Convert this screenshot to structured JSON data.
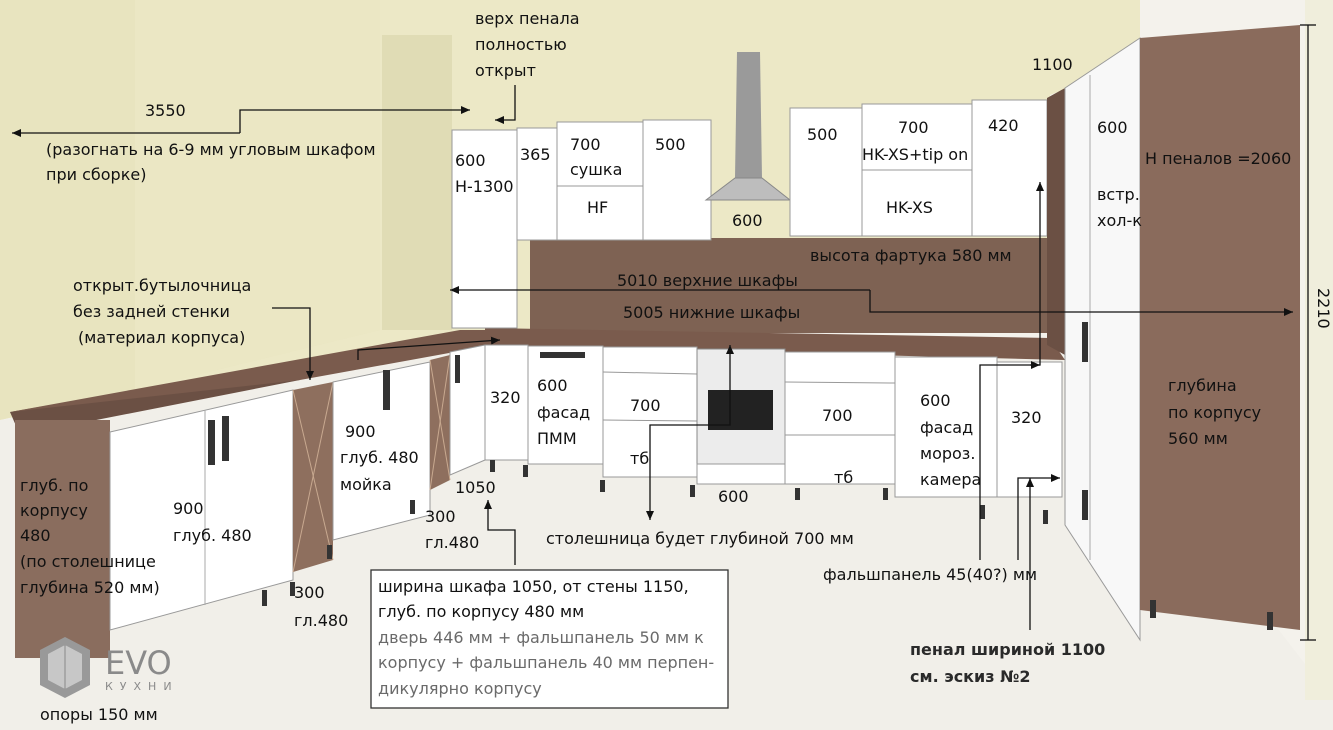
{
  "labels": {
    "dim_3550": "3550",
    "corner_note_1": "(разогнать на 6-9 мм угловым шкафом",
    "corner_note_2": "при сборке)",
    "top_note_1": "верх пенала",
    "top_note_2": "полностью",
    "top_note_3": "открыт",
    "dim_1100_top": "1100",
    "tall_600": "600",
    "tall_h1300": "H-1300",
    "w_365": "365",
    "w_700_dryer": "700",
    "dryer": "сушка",
    "w_500_left": "500",
    "hf": "HF",
    "hood_600": "600",
    "w_500_right": "500",
    "w_700_hk": "700",
    "hk_tip": "HK-XS+tip on",
    "hk_xs": "HK-XS",
    "w_420": "420",
    "fridge_600": "600",
    "fridge_1": "встр.",
    "fridge_2": "хол-к",
    "h_tall": "H пеналов =2060",
    "apron": "высота фартука 580 мм",
    "upper_5010": "5010 верхние шкафы",
    "lower_5005": "5005 нижние шкафы",
    "dim_2210": "2210",
    "bottle_1": "открыт.бутылочница",
    "bottle_2": "без задней стенки",
    "bottle_3": "(материал корпуса)",
    "w_320_left": "320",
    "pmm_600": "600",
    "pmm_1": "фасад",
    "pmm_2": "ПММ",
    "oven_700": "700",
    "oven_tb": "тб",
    "r_700": "700",
    "r_tb": "тб",
    "frz_600": "600",
    "frz_1": "фасад",
    "frz_2": "мороз.",
    "frz_3": "камера",
    "w_320_right": "320",
    "depth_1": "глубина",
    "depth_2": "по корпусу",
    "depth_3": "560 мм",
    "left_1": "глуб. по",
    "left_2": "корпусу",
    "left_3": "480",
    "left_4": "(по столешнице",
    "left_5": "глубина 520 мм)",
    "w900_a": "900",
    "w900_b": "глуб. 480",
    "sink_900": "900",
    "sink_1": "глуб. 480",
    "sink_2": "мойка",
    "d300a_1": "300",
    "d300a_2": "гл.480",
    "d300b_1": "300",
    "d300b_2": "гл.480",
    "dim_1050": "1050",
    "bottom_600": "600",
    "worktop": "столешница будет глубиной 700 мм",
    "falsh": "фальшпанель 45(40?) мм",
    "box_1": "ширина шкафа 1050, от стены 1150,",
    "box_2": "глуб. по корпусу 480 мм",
    "box_3": "дверь 446 мм + фальшпанель 50 мм к",
    "box_4": "корпусу + фальшпанель 40 мм перпен-",
    "box_5": "дикулярно корпусу",
    "pencil_1": "пенал шириной 1100",
    "pencil_2": "см. эскиз №2",
    "legs": "опоры 150 мм",
    "logo_1": "EVO",
    "logo_2": "КУХНИ"
  }
}
